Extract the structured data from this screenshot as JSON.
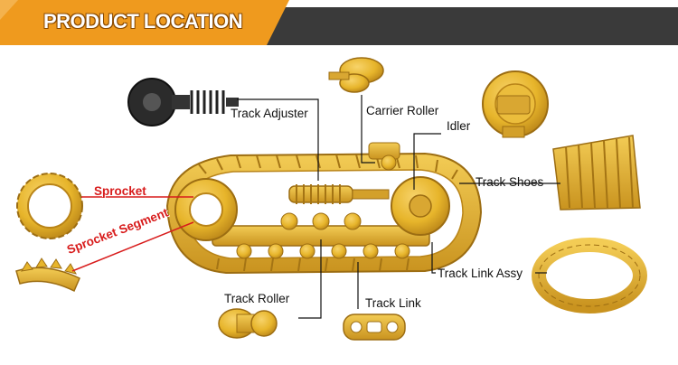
{
  "header": {
    "title": "PRODUCT LOCATION",
    "bar_color": "#ef9a1e",
    "dark_color": "#3a3a3a"
  },
  "colors": {
    "part_yellow": "#e7b52b",
    "part_shadow": "#b98418",
    "leader_line": "#111111",
    "red_label": "#d81c1c"
  },
  "labels": {
    "track_adjuster": "Track Adjuster",
    "carrier_roller": "Carrier Roller",
    "idler": "Idler",
    "track_shoes": "Track Shoes",
    "sprocket": "Sprocket",
    "sprocket_segment": "Sprocket Segment",
    "track_link_assy": "Track Link Assy",
    "track_roller": "Track Roller",
    "track_link": "Track Link"
  }
}
